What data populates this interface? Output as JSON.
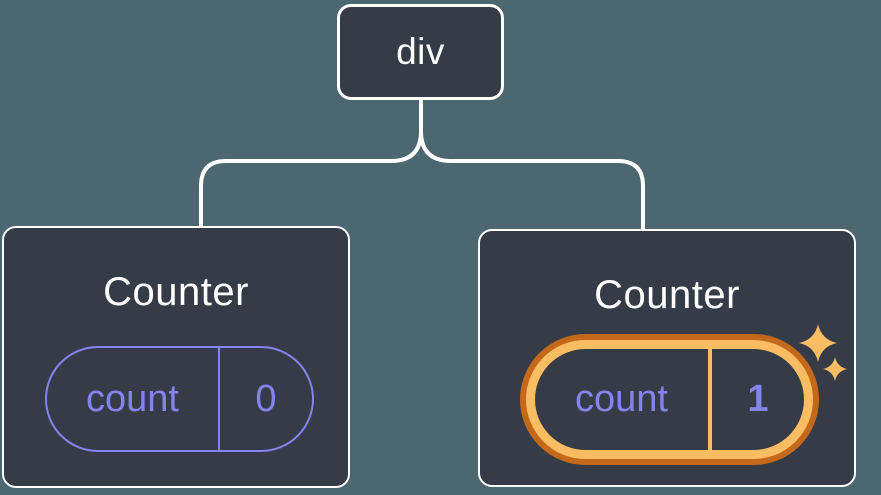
{
  "tree": {
    "root": {
      "label": "div"
    },
    "children": [
      {
        "title": "Counter",
        "state": {
          "label": "count",
          "value": "0"
        },
        "highlighted": false
      },
      {
        "title": "Counter",
        "state": {
          "label": "count",
          "value": "1"
        },
        "highlighted": true
      }
    ]
  },
  "icons": {
    "sparkles": "sparkles-icon"
  },
  "colors": {
    "bg": "#4D6770",
    "node-fill": "#353B47",
    "node-border": "#FFFFFF",
    "text-white": "#FFFFFF",
    "purple": "#8583EE",
    "orange-dark": "#C4691A",
    "orange-light": "#FABD62"
  }
}
